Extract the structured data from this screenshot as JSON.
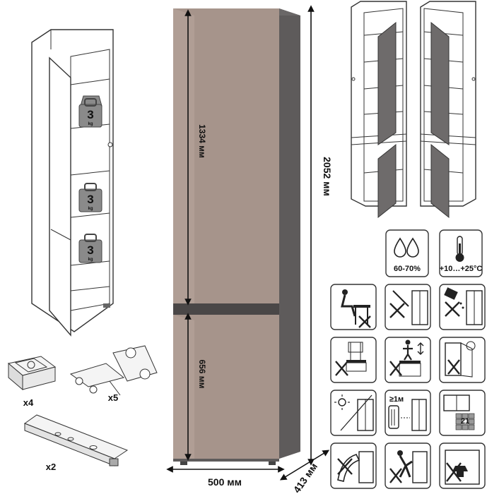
{
  "dimensions": {
    "height_total": "2052 мм",
    "upper_door": "1334 мм",
    "lower_door": "656 мм",
    "width": "500 мм",
    "depth": "413 мм"
  },
  "weights": {
    "label_big": "3",
    "label_small": "kg"
  },
  "parts": {
    "feet_qty": "x4",
    "hinges_qty": "x5",
    "handle_qty": "x2"
  },
  "conditions": {
    "humidity": "60-70%",
    "temperature": "+10…+25°C"
  },
  "warnings": {
    "distance_label": "≥1м",
    "grid_label": "21"
  },
  "colors": {
    "door": "#a6948b",
    "body": "#5e5b5b",
    "shelf_grey": "#7a7a7a"
  }
}
